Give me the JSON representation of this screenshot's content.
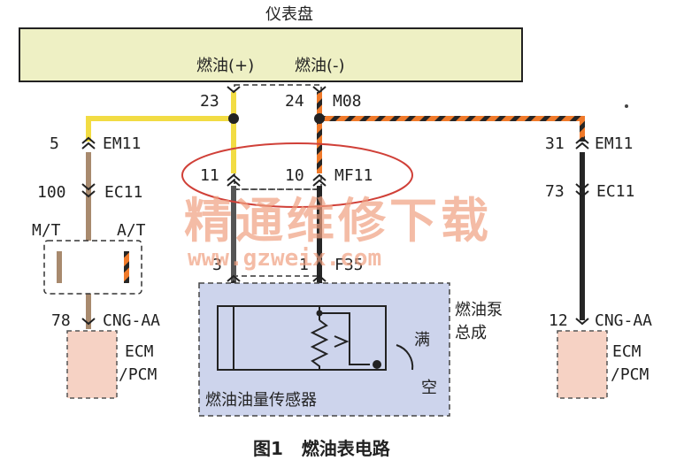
{
  "instrument_panel": {
    "title": "仪表盘",
    "fuel_plus": "燃油(+)",
    "fuel_minus": "燃油(-)"
  },
  "pins": {
    "p23": "23",
    "p24": "24",
    "m08": "M08",
    "p11": "11",
    "p10": "10",
    "mf11": "MF11",
    "p3": "3",
    "p1": "1",
    "f35": "F35",
    "left_5": "5",
    "left_em11": "EM11",
    "left_100": "100",
    "left_ec11": "EC11",
    "left_78": "78",
    "left_cng": "CNG-AA",
    "right_31": "31",
    "right_em11": "EM11",
    "right_73": "73",
    "right_ec11": "EC11",
    "right_12": "12",
    "right_cng": "CNG-AA"
  },
  "transmission": {
    "mt": "M/T",
    "at": "A/T"
  },
  "ecm_left": {
    "line1": "ECM",
    "line2": "/PCM"
  },
  "ecm_right": {
    "line1": "ECM",
    "line2": "/PCM"
  },
  "pump": {
    "assembly_line1": "燃油泵",
    "assembly_line2": "总成",
    "sensor": "燃油油量传感器",
    "full": "满",
    "empty": "空"
  },
  "watermark": "精通维修下载",
  "watermark_url": "www.gzweix.com",
  "caption": "图1   燃油表电路",
  "colors": {
    "panel_fill": "#eef0c4",
    "yellow_wire": "#f2dc43",
    "orange_wire": "#f07a2a",
    "black_wire": "#262626",
    "tan_wire": "#a88a6e",
    "ecm_fill": "#f6d2c4",
    "pump_fill": "#cdd4ec",
    "highlight_ellipse": "#d04038",
    "watermark": "#f0a080"
  }
}
